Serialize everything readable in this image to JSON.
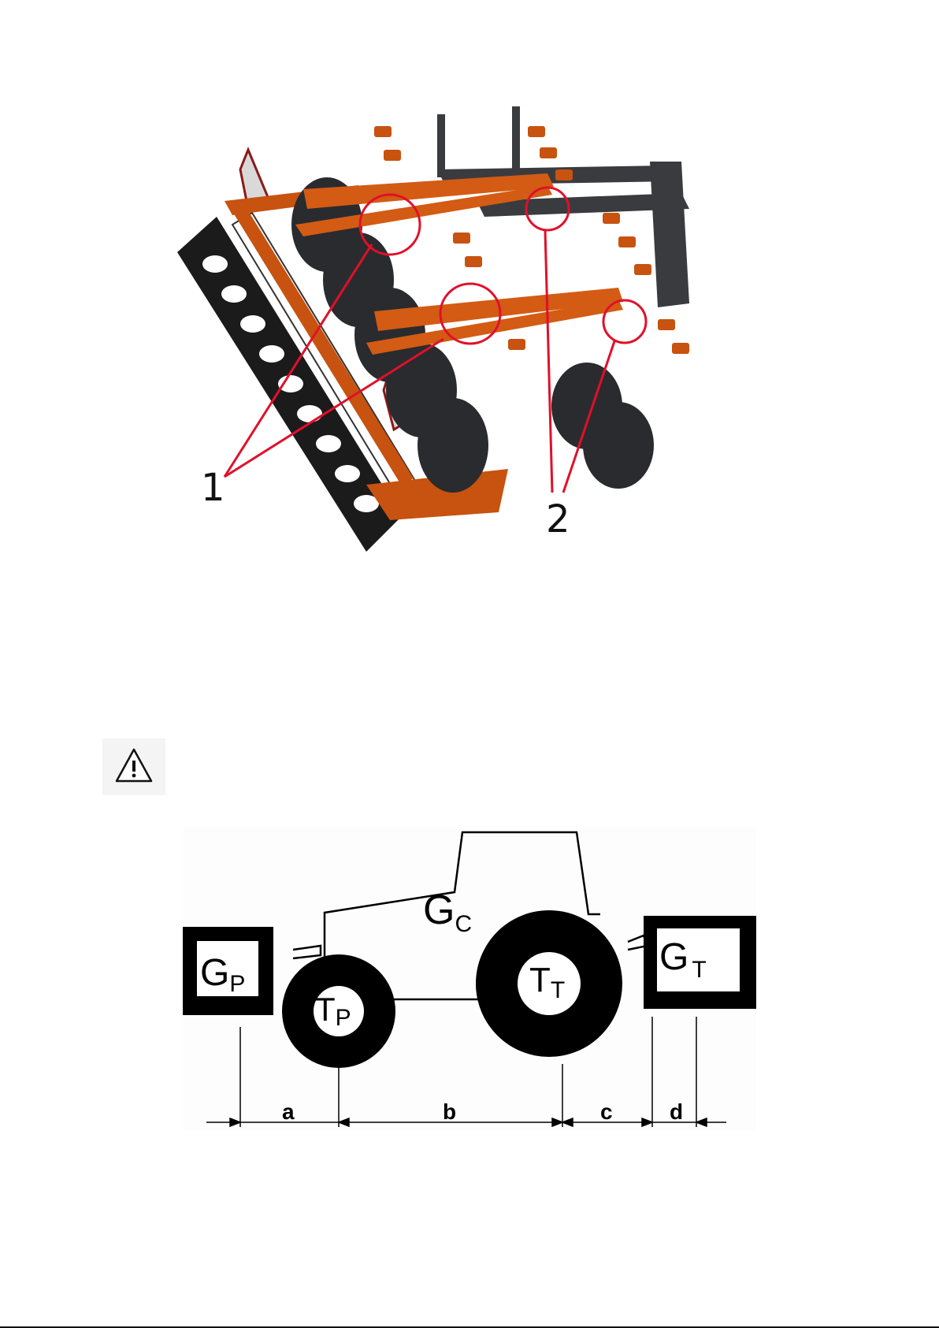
{
  "figure_machine": {
    "callouts": [
      "1",
      "2"
    ],
    "colors": {
      "frame": "#c8520f",
      "steel": "#2f3033",
      "marker": "#e0102a"
    }
  },
  "warning": {
    "icon": "warning-triangle-icon"
  },
  "figure_tractor": {
    "labels": {
      "gp_main": "G",
      "gp_sub": "P",
      "gc_main": "G",
      "gc_sub": "C",
      "gt_main": "G",
      "gt_sub": "T",
      "tp_main": "T",
      "tp_sub": "P",
      "tt_main": "T",
      "tt_sub": "T"
    },
    "dimensions": [
      "a",
      "b",
      "c",
      "d"
    ]
  }
}
